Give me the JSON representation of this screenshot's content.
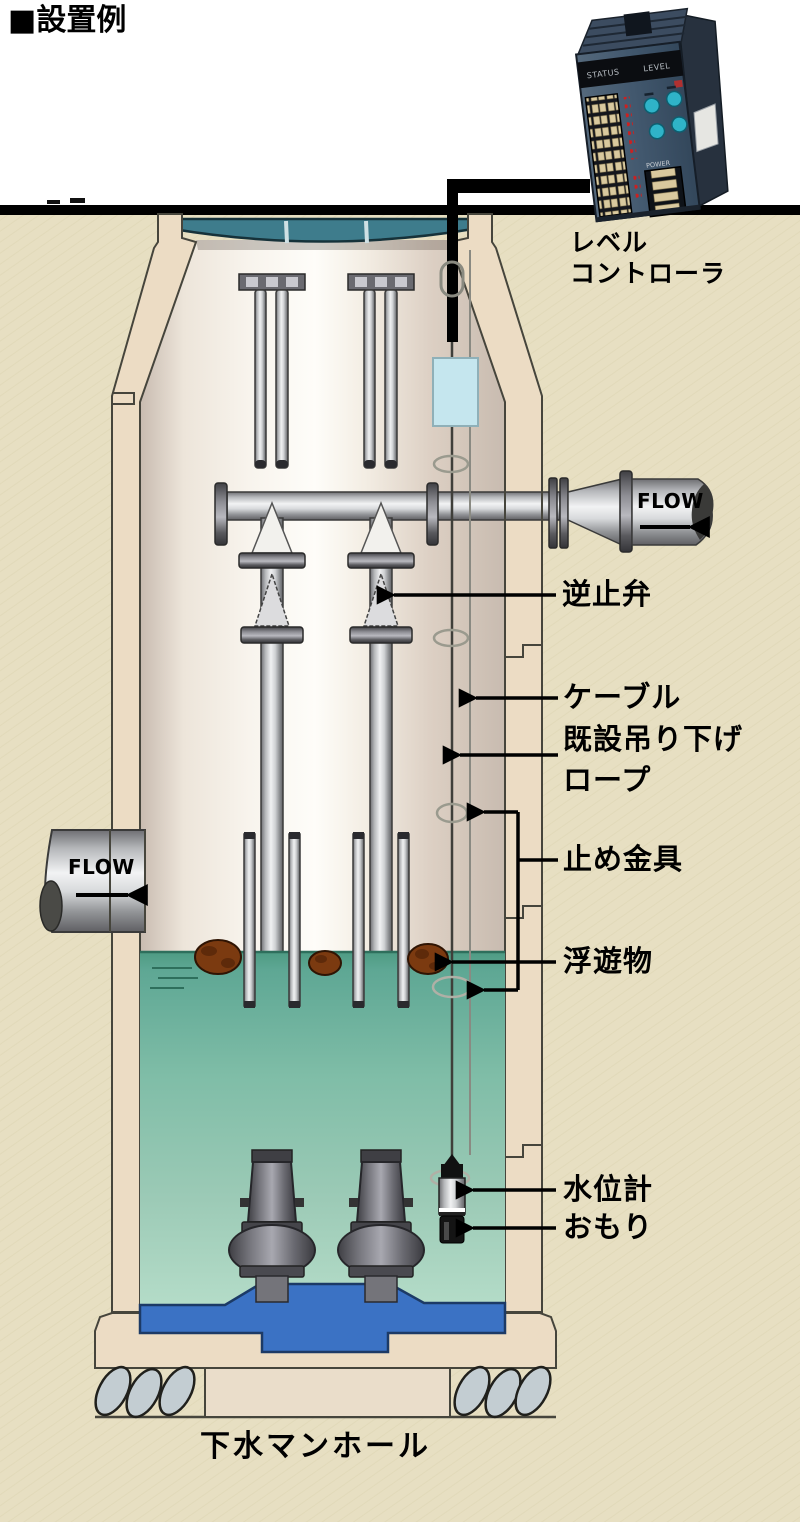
{
  "title": "■設置例",
  "labels": {
    "level_controller": "レベル\nコントローラ",
    "check_valve": "逆止弁",
    "cable": "ケーブル",
    "existing_rope": "既設吊り下げ\nロープ",
    "stopper_fitting": "止め金具",
    "floating_matter": "浮遊物",
    "water_level_sensor": "水位計",
    "weight": "おもり",
    "manhole": "下水マンホール",
    "flow_inlet": "FLOW",
    "flow_outlet": "FLOW"
  },
  "controller_device": {
    "status_text": "STATUS",
    "level_text": "LEVEL",
    "power_text": "POWER"
  },
  "colors": {
    "soil": "#e7dfc2",
    "concrete": "#ecdcc4",
    "cover_teal": "#3e7c8c",
    "water_teal": "#57a38b",
    "benching_blue": "#3b72c4",
    "metal_gray": "#b9bcc0",
    "controller_body": "#42586e",
    "sensor_junction_box": "#c5e6ee",
    "floating_matter_brown": "#7b3a10",
    "gravel_gray": "#c3cdd2",
    "arrow_black": "#000000"
  }
}
